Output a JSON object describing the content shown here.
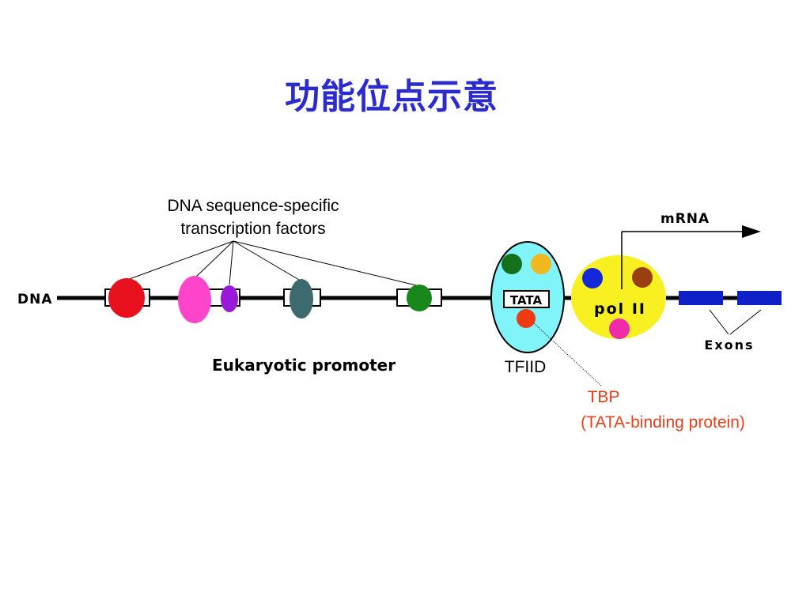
{
  "title": "功能位点示意",
  "diagram": {
    "dna_label": "DNA",
    "tf_label_line1": "DNA sequence-specific",
    "tf_label_line2": "transcription factors",
    "promoter_label": "Eukaryotic promoter",
    "tata_label": "TATA",
    "tfiid_label": "TFIID",
    "pol_label": "pol II",
    "mrna_label": "mRNA",
    "exons_label": "Exons",
    "tbp_label": "TBP",
    "tbp_full_label": "(TATA-binding protein)",
    "colors": {
      "title": "#2b2bd0",
      "dna_line": "#000000",
      "factor_red": "#e8101c",
      "factor_magenta": "#ff44cc",
      "factor_purple": "#9a18d8",
      "factor_slate": "#3c6a6e",
      "factor_green": "#18881c",
      "tfiid_fill": "#80f4f8",
      "tfiid_green": "#14701a",
      "tfiid_gold": "#f0b820",
      "tbp_red": "#f03a14",
      "pol_fill": "#f8f020",
      "pol_blue": "#1428d8",
      "pol_brown": "#9a4010",
      "pol_pink": "#f02aa8",
      "exon_blue": "#1020c8",
      "tbp_text": "#e8401c"
    }
  }
}
